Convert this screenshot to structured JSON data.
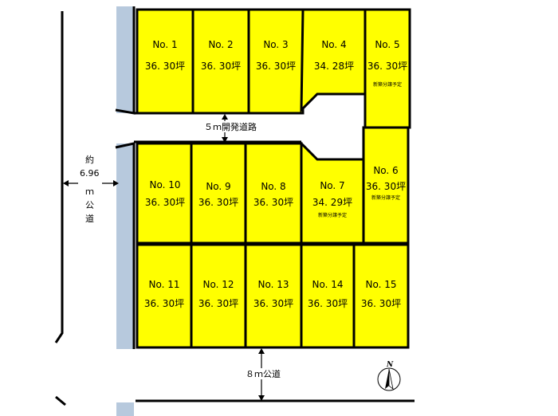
{
  "lots": [
    {
      "no": "No. 1",
      "area": "36. 30坪",
      "note": ""
    },
    {
      "no": "No. 2",
      "area": "36. 30坪",
      "note": ""
    },
    {
      "no": "No. 3",
      "area": "36. 30坪",
      "note": ""
    },
    {
      "no": "No. 4",
      "area": "34. 28坪",
      "note": ""
    },
    {
      "no": "No. 5",
      "area": "36. 30坪",
      "note": "新築分譲予定"
    },
    {
      "no": "No. 6",
      "area": "36. 30坪",
      "note": "新築分譲予定"
    },
    {
      "no": "No. 7",
      "area": "34. 29坪",
      "note": "新築分譲予定"
    },
    {
      "no": "No. 8",
      "area": "36. 30坪",
      "note": ""
    },
    {
      "no": "No. 9",
      "area": "36. 30坪",
      "note": ""
    },
    {
      "no": "No. 10",
      "area": "36. 30坪",
      "note": ""
    },
    {
      "no": "No. 11",
      "area": "36. 30坪",
      "note": ""
    },
    {
      "no": "No. 12",
      "area": "36. 30坪",
      "note": ""
    },
    {
      "no": "No. 13",
      "area": "36. 30坪",
      "note": ""
    },
    {
      "no": "No. 14",
      "area": "36. 30坪",
      "note": ""
    },
    {
      "no": "No. 15",
      "area": "36. 30坪",
      "note": ""
    }
  ],
  "roads": {
    "internal": "５ｍ開発道路",
    "south": "８ｍ公道",
    "west_lines": [
      "約",
      "6.96",
      "ｍ",
      "公",
      "道"
    ]
  },
  "compass": {
    "label": "N"
  },
  "colors": {
    "lot_fill": "#ffff00",
    "road_edge": "#b7c9dd",
    "outline": "#000000"
  }
}
